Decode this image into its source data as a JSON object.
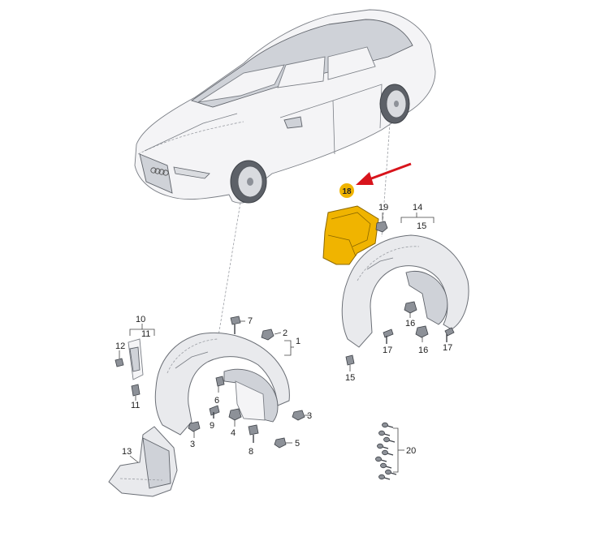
{
  "highlight_color": "#f0b400",
  "arrow_color": "#d8141c",
  "callouts": {
    "c1": "1",
    "c2": "2",
    "c3a": "3",
    "c3b": "3",
    "c4": "4",
    "c5": "5",
    "c6": "6",
    "c7": "7",
    "c8": "8",
    "c9": "9",
    "c10": "10",
    "c11a": "11",
    "c11b": "11",
    "c12": "12",
    "c13": "13",
    "c14": "14",
    "c15a": "15",
    "c15b": "15",
    "c16a": "16",
    "c16b": "16",
    "c17a": "17",
    "c17b": "17",
    "c18": "18",
    "c19": "19",
    "c20": "20"
  }
}
